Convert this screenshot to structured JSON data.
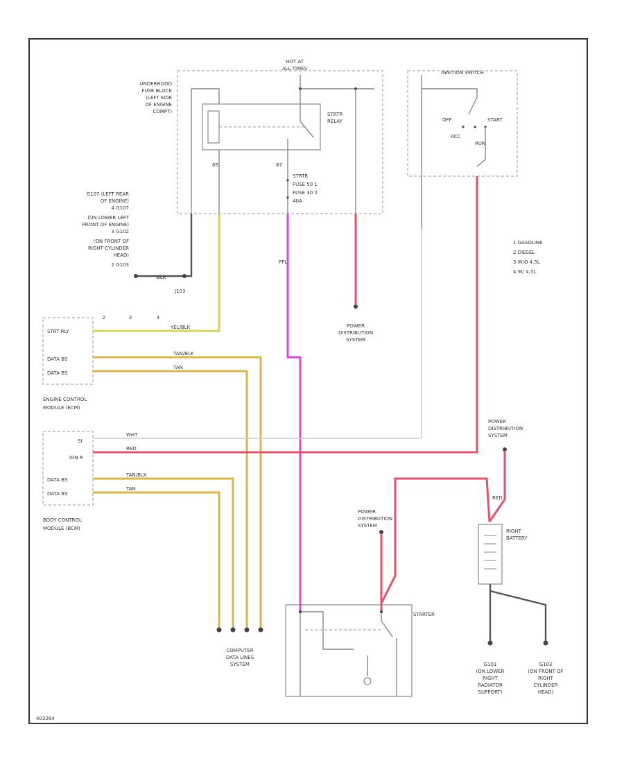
{
  "labels": {
    "hot_at_all_times": [
      "HOT AT",
      "ALL TIMES"
    ],
    "underhood_fuse_block": [
      "UNDERHOOD",
      "FUSE BLOCK",
      "(LEFT SIDE",
      "OF ENGINE",
      "COMPT)"
    ],
    "starter_relay": [
      "STRTR",
      "RELAY"
    ],
    "starter_fuses": [
      "STRTR",
      "FUSE 50  1",
      "FUSE 30  2",
      "40A"
    ],
    "ignition_switch": "IGNITION SWITCH",
    "ign_positions": [
      "OFF",
      "ACC",
      "START",
      "RUN"
    ],
    "ground_g107": [
      "G107 (LEFT REAR",
      "OF ENGINE)",
      "4  G107",
      "(ON LOWER LEFT",
      "FRONT OF ENGINE)",
      "3  G102",
      "(ON FRONT OF",
      "RIGHT CYLINDER",
      "HEAD)",
      "2  G103"
    ],
    "splice": "J103",
    "power_distribution_1": [
      "POWER",
      "DISTRIBUTION",
      "SYSTEM"
    ],
    "legend": [
      "1  GASOLINE",
      "2  DIESEL",
      "3  W/O 4.5L",
      "4  W/ 4.5L"
    ],
    "ecm_pins_top": [
      "2",
      "3",
      "4"
    ],
    "ecm_rows": [
      "STRT RLY",
      "DATA BS",
      "DATA BS"
    ],
    "ecm_title": [
      "ENGINE CONTROL",
      "MODULE (ECM)"
    ],
    "power_distribution_2": [
      "POWER",
      "DISTRIBUTION",
      "SYSTEM"
    ],
    "bcm_rows": [
      "SI",
      "IGN R",
      "DATA BS",
      "DATA BS"
    ],
    "bcm_title": [
      "BODY CONTROL",
      "MODULE (BCM)"
    ],
    "power_distribution_3": [
      "POWER",
      "DISTRIBUTION",
      "SYSTEM"
    ],
    "right_battery": [
      "RIGHT",
      "BATTERY"
    ],
    "starter": "STARTER",
    "computer_data_lines": [
      "COMPUTER",
      "DATA LINES",
      "SYSTEM"
    ],
    "g101": [
      "G101",
      "(ON LOWER",
      "RIGHT",
      "RADIATOR",
      "SUPPORT)"
    ],
    "g103": [
      "G103",
      "(ON FRONT OF",
      "RIGHT",
      "CYLINDER",
      "HEAD)"
    ],
    "wire_yellow_blk": "YEL/BLK",
    "wire_tan_blk": "TAN/BLK",
    "wire_tan": "TAN",
    "wire_wht": "WHT",
    "wire_red": "RED",
    "wire_ppl": "PPL",
    "wire_blk": "BLK",
    "footer_id": "403264"
  },
  "colors": {
    "yellow": "#d9d35a",
    "red": "#e8506a",
    "magenta": "#e040e8",
    "gold": "#d9b84a",
    "dark": "#555555"
  }
}
